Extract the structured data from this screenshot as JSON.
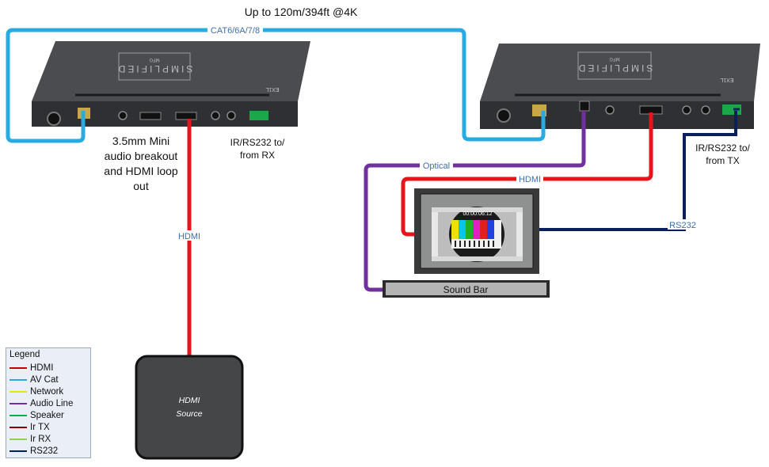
{
  "header": {
    "distance": "Up to 120m/394ft @4K"
  },
  "cables": {
    "cat": "CAT6/6A/7/8",
    "hdmi_source": "HDMI",
    "hdmi_display": "HDMI",
    "optical": "Optical",
    "rs232": "RS232"
  },
  "transmitter": {
    "brand": "SIMPLIFIED",
    "brand_sub": "MFG",
    "model": "EX1L",
    "note_breakout": [
      "3.5mm Mini",
      "audio breakout",
      "and HDMI loop",
      "out"
    ],
    "note_ir": [
      "IR/RS232 to/",
      "from RX"
    ]
  },
  "receiver": {
    "brand": "SIMPLIFIED",
    "brand_sub": "MFG",
    "model": "EX1L",
    "note_ir": [
      "IR/RS232 to/",
      "from TX"
    ]
  },
  "display": {
    "timecode": "00:00:06:12"
  },
  "soundbar": {
    "label": "Sound Bar"
  },
  "source": {
    "line1": "HDMI",
    "line2": "Source"
  },
  "legend": {
    "title": "Legend",
    "items": [
      {
        "label": "HDMI",
        "color": "#c00000"
      },
      {
        "label": "AV Cat",
        "color": "#29abe2"
      },
      {
        "label": "Network",
        "color": "#e6e600"
      },
      {
        "label": "Audio Line",
        "color": "#7030a0"
      },
      {
        "label": "Speaker",
        "color": "#00b050"
      },
      {
        "label": "Ir TX",
        "color": "#8b0000"
      },
      {
        "label": "Ir RX",
        "color": "#92d050"
      },
      {
        "label": "RS232",
        "color": "#002060"
      }
    ]
  },
  "colors": {
    "cat": "#29abe2",
    "hdmi": "#e8141b",
    "optical": "#7030a0",
    "rs232": "#0a1f5c",
    "device": "#3b3d40"
  }
}
